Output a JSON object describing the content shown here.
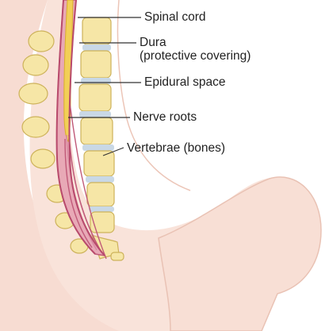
{
  "labels": {
    "spinal_cord": "Spinal cord",
    "dura_line1": "Dura",
    "dura_line2": "(protective covering)",
    "epidural_space": "Epidural space",
    "nerve_roots": "Nerve roots",
    "vertebrae": "Vertebrae (bones)"
  },
  "colors": {
    "skin": "#f7dcd2",
    "skin_shade": "#efc4b6",
    "bone": "#f6e6a6",
    "bone_outline": "#cdb25a",
    "disc": "#c9d8e6",
    "dura": "#c05a79",
    "cord": "#f2cf57",
    "nerve": "#d98aa0",
    "leader_line": "#333333"
  }
}
